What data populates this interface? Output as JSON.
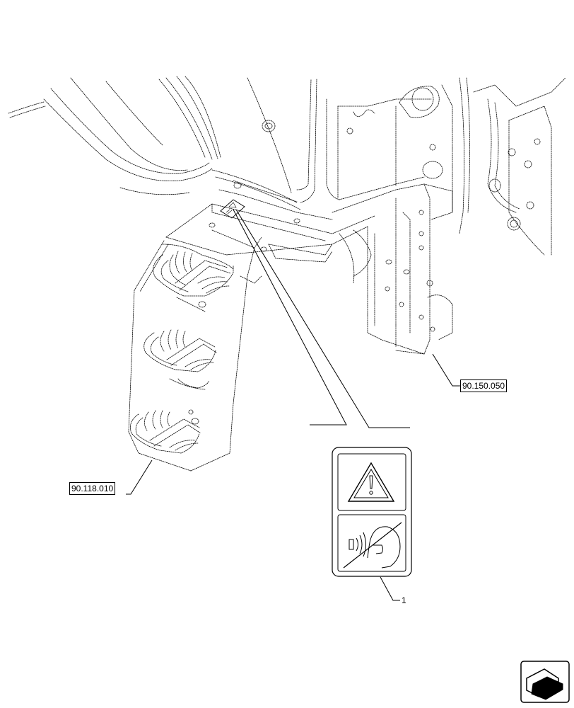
{
  "callouts": {
    "step_assembly": "90.118.010",
    "side_bracket": "90.150.050",
    "decal_item": "1"
  },
  "icons": {
    "warning": "warning-triangle-icon",
    "noise": "no-noise-hearing-icon",
    "navigation": "next-page-arrow-icon"
  },
  "colors": {
    "line": "#000000",
    "background": "#ffffff"
  }
}
